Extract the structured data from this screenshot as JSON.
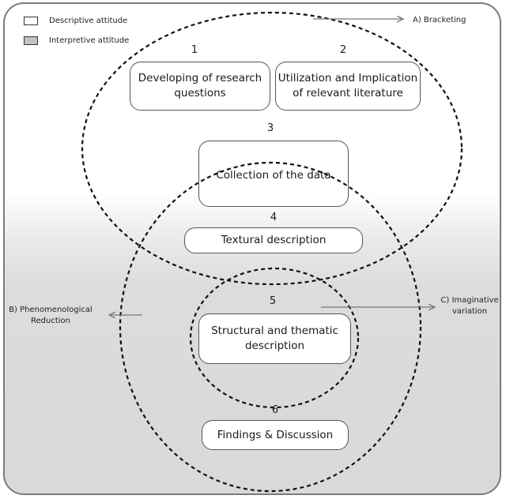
{
  "legend": [
    {
      "label": "Descriptive attitude",
      "swatch_color": "#ffffff"
    },
    {
      "label": "Interpretive attitude",
      "swatch_color": "#c4c4c4"
    }
  ],
  "phases": {
    "a": {
      "label": "A) Bracketing"
    },
    "b": {
      "line1": "B) Phenomenological",
      "line2": "Reduction"
    },
    "c": {
      "line1": "C) Imaginative",
      "line2": "variation"
    }
  },
  "steps": [
    {
      "number": "1",
      "line1": "Developing of research",
      "line2": "questions"
    },
    {
      "number": "2",
      "line1": "Utilization and Implication",
      "line2": "of relevant literature"
    },
    {
      "number": "3",
      "line1": "Collection of the data"
    },
    {
      "number": "4",
      "line1": "Textural description"
    },
    {
      "number": "5",
      "line1": "Structural and thematic",
      "line2": "description"
    },
    {
      "number": "6",
      "line1": "Findings & Discussion"
    }
  ],
  "colors": {
    "frame_border": "#7b7b7b",
    "interpretive_fill": "#d9d9d9",
    "descriptive_fill": "#ffffff",
    "dashed_line": "#111111",
    "arrow_line": "#777777"
  }
}
